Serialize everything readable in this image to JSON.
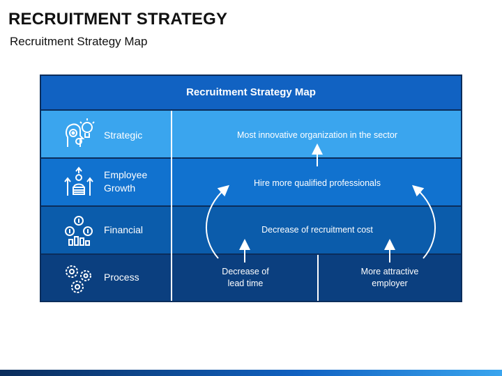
{
  "slide": {
    "title": "RECRUITMENT STRATEGY",
    "subtitle": "Recruitment Strategy Map"
  },
  "map": {
    "header": "Recruitment Strategy Map",
    "rows": [
      {
        "label": "Strategic",
        "icon": "brain-gears-lightbulb-icon",
        "cell": "Most innovative organization in the sector"
      },
      {
        "label": "Employee\nGrowth",
        "icon": "podium-growth-arrows-icon",
        "cell": "Hire more qualified professionals"
      },
      {
        "label": "Financial",
        "icon": "money-bar-chart-icon",
        "cell": "Decrease of recruitment cost"
      },
      {
        "label": "Process",
        "icon": "gears-icon",
        "cells": [
          "Decrease of\nlead time",
          "More attractive\nemployer"
        ]
      }
    ]
  },
  "colors": {
    "header": "#1162c2",
    "strategic": "#3aa5ee",
    "employee_growth": "#1172cf",
    "financial": "#0b5cab",
    "process": "#0b3f7f",
    "frame": "#0b2d5b"
  }
}
